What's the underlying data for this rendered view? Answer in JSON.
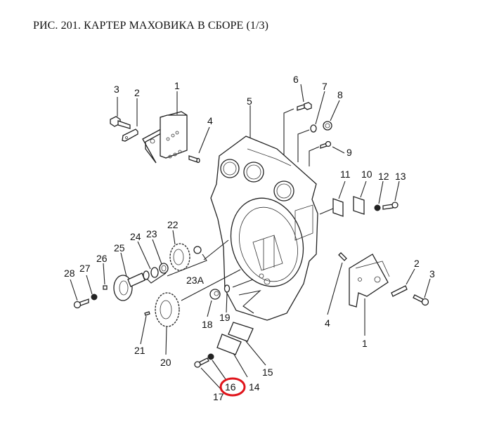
{
  "title": "РИС. 201. КАРТЕР МАХОВИКА В СБОРЕ (1/3)",
  "highlight_color": "#e0141b",
  "highlighted_part": "16",
  "labels": {
    "p1a": "1",
    "p2a": "2",
    "p3a": "3",
    "p4a": "4",
    "p5": "5",
    "p6": "6",
    "p7": "7",
    "p8": "8",
    "p9": "9",
    "p10": "10",
    "p11": "11",
    "p12": "12",
    "p13": "13",
    "p4b": "4",
    "p1b": "1",
    "p2b": "2",
    "p3b": "3",
    "p14": "14",
    "p15": "15",
    "p16": "16",
    "p17": "17",
    "p18": "18",
    "p19": "19",
    "p20": "20",
    "p21": "21",
    "p22": "22",
    "p23": "23",
    "p23a": "23A",
    "p24": "24",
    "p25": "25",
    "p26": "26",
    "p27": "27",
    "p28": "28"
  }
}
